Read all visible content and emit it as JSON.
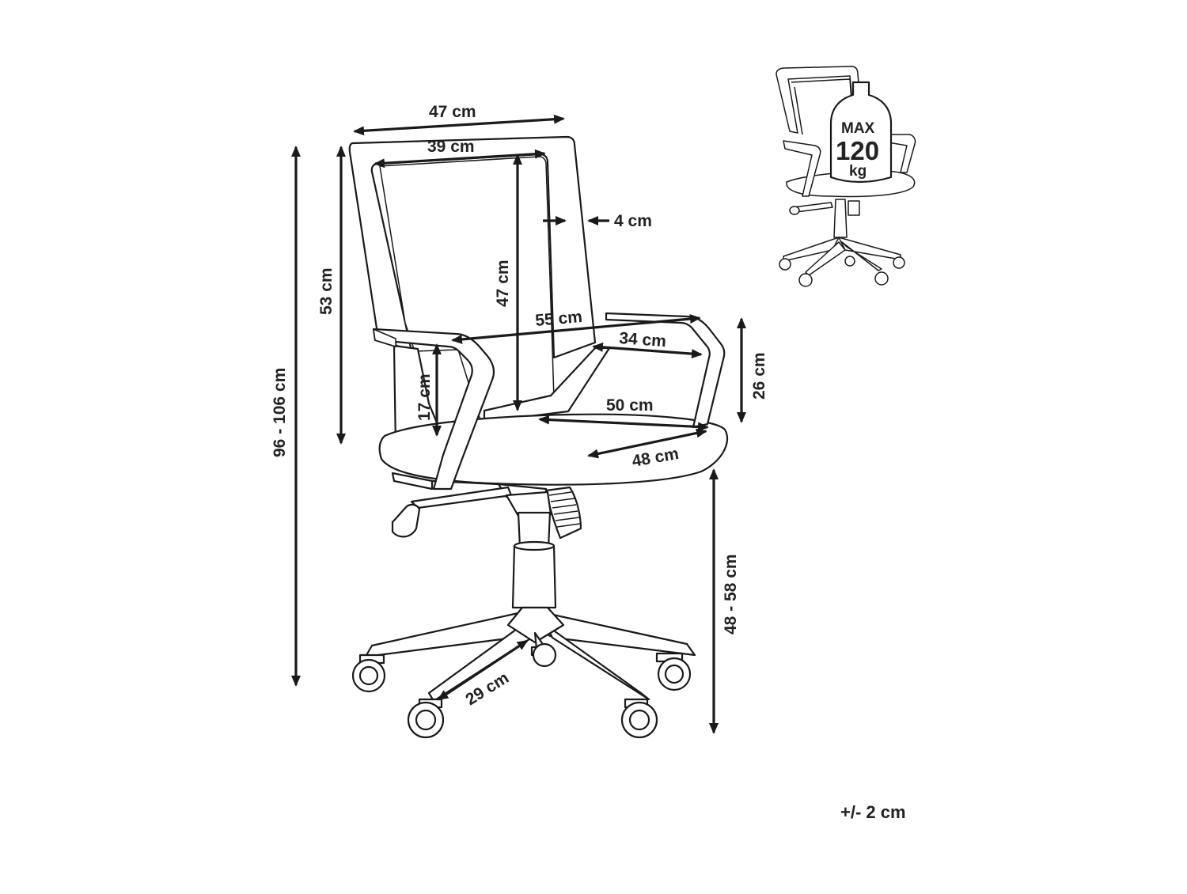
{
  "dimensions": {
    "back_top_width": "47 cm",
    "back_inner_width": "39 cm",
    "back_frame_thickness": "4 cm",
    "backrest_height": "53 cm",
    "back_mesh_height": "47 cm",
    "total_height": "96 - 106 cm",
    "outer_width": "55 cm",
    "armrest_inner_width": "34 cm",
    "armrest_height": "26 cm",
    "armrest_seat_gap": "17 cm",
    "seat_width": "50 cm",
    "seat_depth": "48 cm",
    "seat_height": "48 - 58 cm",
    "base_leg_length": "29 cm"
  },
  "load_badge": {
    "line1": "MAX",
    "line2": "120",
    "line3": "kg"
  },
  "tolerance": "+/- 2 cm"
}
